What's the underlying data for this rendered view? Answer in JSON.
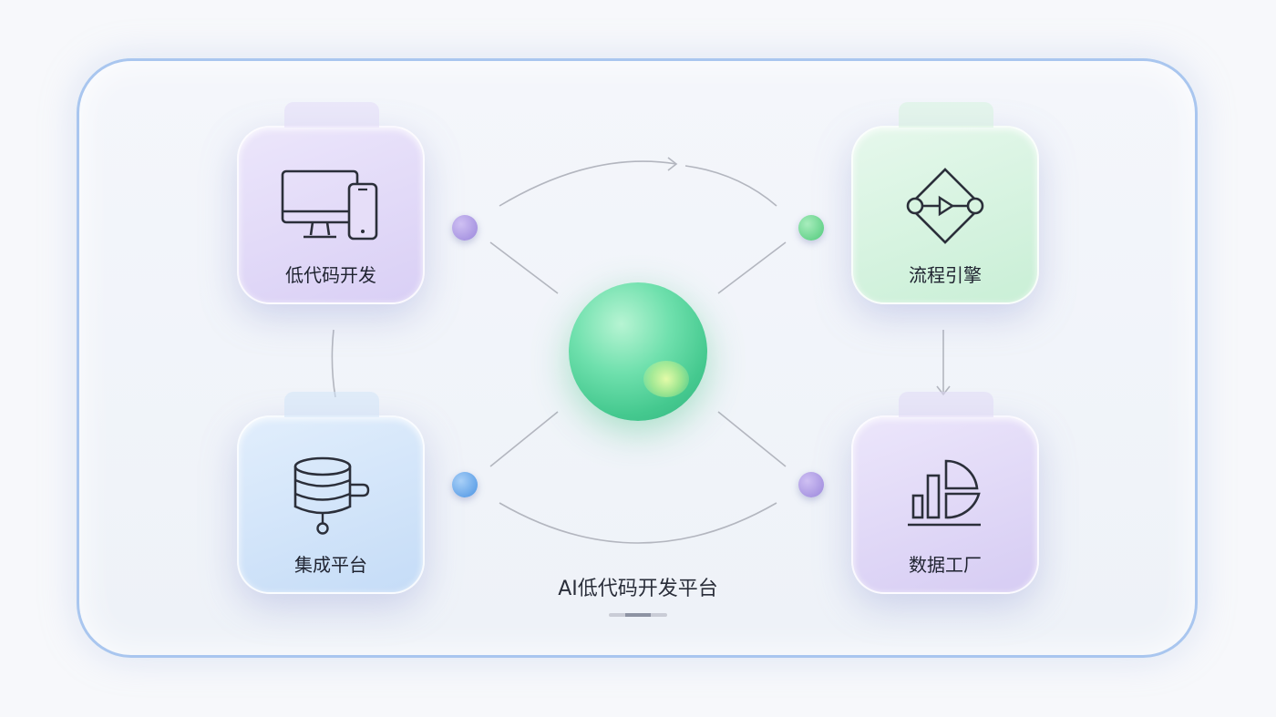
{
  "nodes": {
    "low_code": {
      "label": "低代码开发",
      "icon": "monitor-phone-icon",
      "color": "#d9cff5"
    },
    "workflow": {
      "label": "流程引擎",
      "icon": "workflow-diamond-icon",
      "color": "#c9efd6"
    },
    "integration": {
      "label": "集成平台",
      "icon": "database-icon",
      "color": "#c5dcf7"
    },
    "data_factory": {
      "label": "数据工厂",
      "icon": "chart-icon",
      "color": "#d6ccf3"
    }
  },
  "center": {
    "title": "AI低代码开发平台",
    "icon": "green-orb-icon",
    "color": "#45c98f"
  },
  "colors": {
    "frame_border": "#a9c6ef",
    "connector": "#b3b6bf",
    "dot_purple": "#9a86db",
    "dot_green": "#4fc97a",
    "dot_blue": "#4a93e3"
  }
}
